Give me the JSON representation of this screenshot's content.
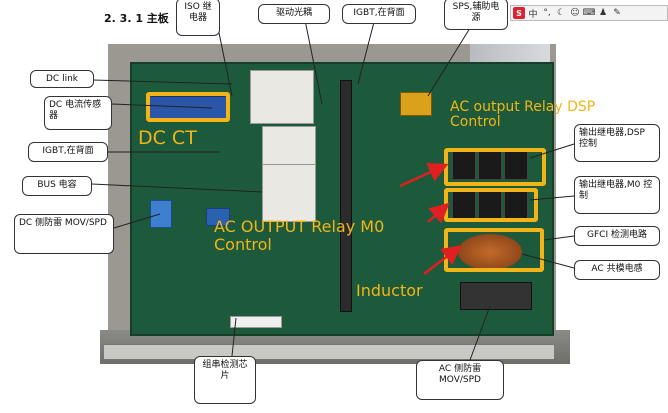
{
  "heading": "2. 3. 1 主板",
  "toolbar": {
    "ime_label": "S",
    "lang_label": "中",
    "icons": [
      "ime-logo-icon",
      "language-icon",
      "punctuation-icon",
      "moon-icon",
      "emoji-icon",
      "keyboard-icon",
      "user-icon",
      "wrench-icon"
    ]
  },
  "callouts": {
    "iso_relay": "ISO 继电器",
    "drive_opto": "驱动光耦",
    "igbt_back_top": "IGBT,在背面",
    "sps_power": "SPS,辅助电源",
    "dc_link": "DC link",
    "dc_current_sensor": "DC 电流传感器",
    "igbt_back_left": "IGBT,在背面",
    "bus_cap": "BUS 电容",
    "dc_spd": "DC 侧防雷 MOV/SPD",
    "out_relay_dsp": "输出继电器,DSP 控制",
    "out_relay_m0": "输出继电器,M0 控制",
    "gfci": "GFCI 检测电路",
    "ac_cm_inductor": "AC 共模电感",
    "string_chip": "组串检测芯片",
    "ac_spd": "AC 侧防雷 MOV/SPD"
  },
  "annotations": {
    "dc_ct": "DC CT",
    "ac_out_dsp": "AC output Relay DSP Control",
    "ac_out_m0": "AC OUTPUT Relay M0 Control",
    "inductor": "Inductor"
  },
  "colors": {
    "highlight": "#f2b417",
    "arrow": "#e02020",
    "pcb": "#1d5a3c"
  }
}
